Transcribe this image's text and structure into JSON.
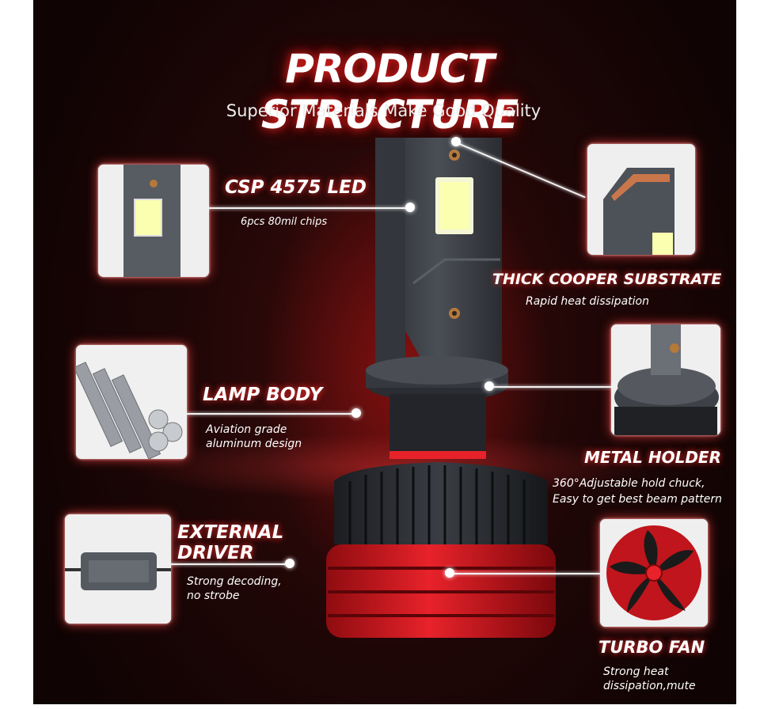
{
  "header": {
    "title": "PRODUCT STRUCTURE",
    "subtitle": "Superior Materials Make Good Quality"
  },
  "features": {
    "led": {
      "label": "CSP 4575 LED",
      "desc": "6pcs 80mil chips"
    },
    "substrate": {
      "label": "THICK COOPER SUBSTRATE",
      "desc": "Rapid heat dissipation"
    },
    "body": {
      "label": "LAMP BODY",
      "desc_1": "Aviation grade",
      "desc_2": "aluminum design"
    },
    "holder": {
      "label": "METAL HOLDER",
      "desc_1": "360°Adjustable hold chuck,",
      "desc_2": "Easy to get best beam pattern"
    },
    "driver": {
      "label_1": "EXTERNAL",
      "label_2": "DRIVER",
      "desc_1": "Strong decoding,",
      "desc_2": "no strobe"
    },
    "fan": {
      "label": "TURBO FAN",
      "desc_1": "Strong heat",
      "desc_2": "dissipation,mute"
    }
  },
  "colors": {
    "accent_red": "#e8222a",
    "background": "#1e0606",
    "text": "#ffffff"
  }
}
